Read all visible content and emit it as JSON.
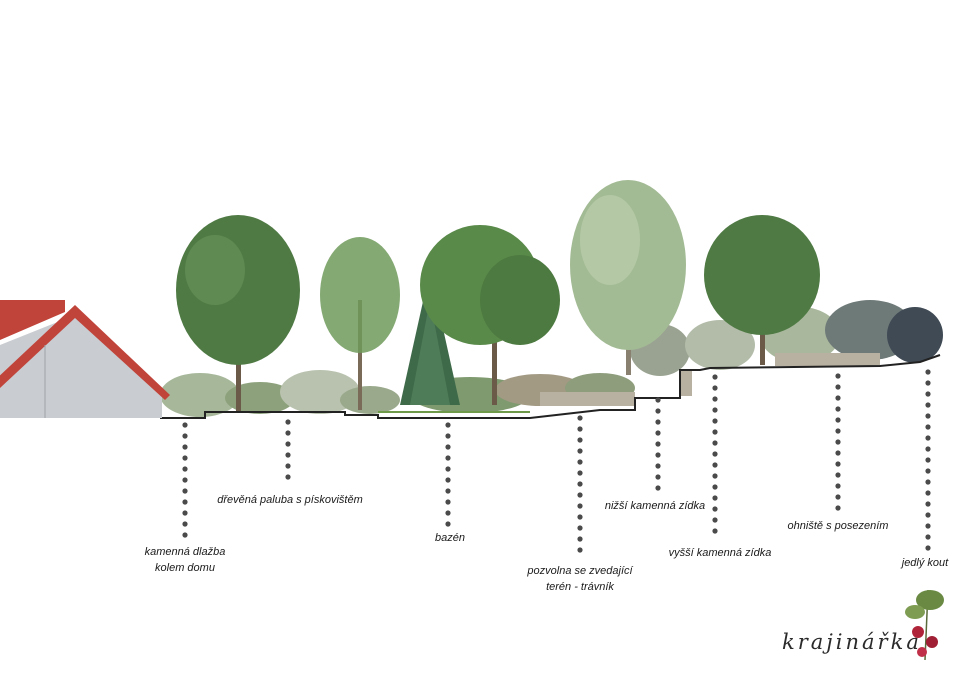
{
  "title": "",
  "labels": [
    {
      "id": "kamenna-dlazba",
      "lines": [
        "kamenná dlažba",
        "kolem domu"
      ]
    },
    {
      "id": "drevena-paluba",
      "lines": [
        "dřevěná paluba s pískovištěm"
      ]
    },
    {
      "id": "bazen",
      "lines": [
        "bazén"
      ]
    },
    {
      "id": "travnik",
      "lines": [
        "pozvolna se zvedající",
        "terén - trávník"
      ]
    },
    {
      "id": "nizsi-zidka",
      "lines": [
        "nižší kamenná zídka"
      ]
    },
    {
      "id": "vyssi-zidka",
      "lines": [
        "vyšší kamenná zídka"
      ]
    },
    {
      "id": "ohniste",
      "lines": [
        "ohniště s posezením"
      ]
    },
    {
      "id": "jedly-kout",
      "lines": [
        "jedlý kout"
      ]
    }
  ],
  "brand": {
    "name": "krajinářka"
  },
  "colors": {
    "roof": "#c0443a",
    "wall": "#c9ccd1",
    "tree": "#4f7a44",
    "leaf_light": "#8fb07a",
    "dot": "#4a4a4a",
    "stone": "#b8b0a0"
  }
}
